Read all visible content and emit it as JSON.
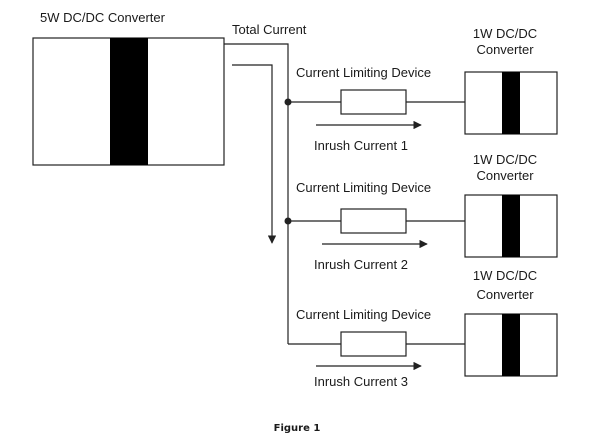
{
  "main_converter": {
    "label": "5W DC/DC Converter"
  },
  "total_current": {
    "label": "Total Current"
  },
  "branches": [
    {
      "device_label": "Current Limiting Device",
      "converter_label": [
        "1W DC/DC",
        "Converter"
      ],
      "inrush_label": "Inrush Current 1"
    },
    {
      "device_label": "Current Limiting Device",
      "converter_label": [
        "1W DC/DC",
        "Converter"
      ],
      "inrush_label": "Inrush Current 2"
    },
    {
      "device_label": "Current Limiting Device",
      "converter_label": [
        "1W DC/DC",
        "Converter"
      ],
      "inrush_label": "Inrush Current 3"
    }
  ],
  "caption": "Figure 1",
  "colors": {
    "line": "#222222",
    "core": "#000000",
    "background": "#ffffff"
  }
}
